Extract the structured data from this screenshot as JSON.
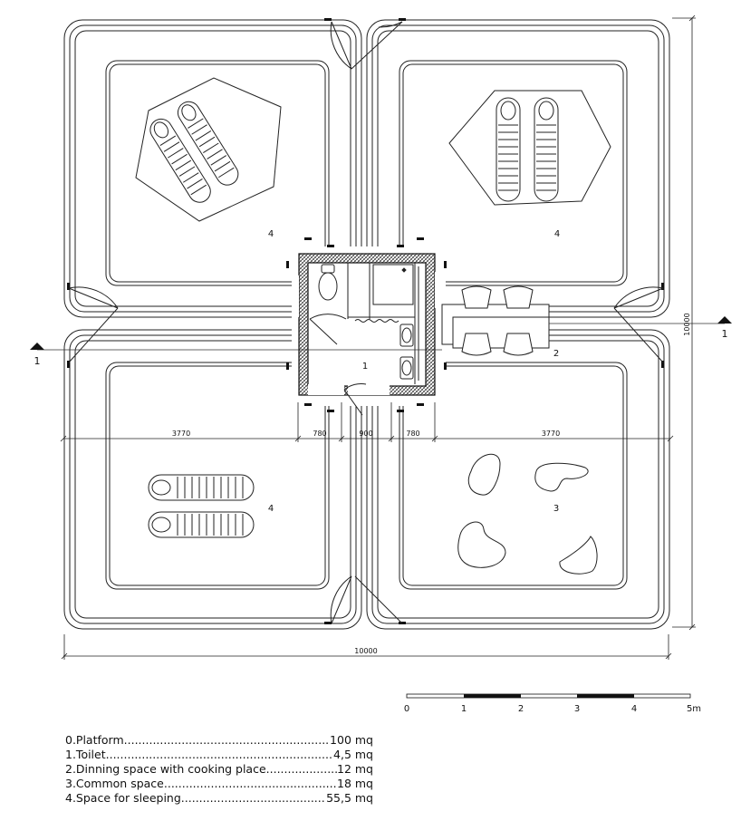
{
  "plan": {
    "rooms": [
      {
        "id": "room-nw",
        "label": "4"
      },
      {
        "id": "room-ne",
        "label": "4"
      },
      {
        "id": "room-sw",
        "label": "4"
      },
      {
        "id": "room-se",
        "label": "3"
      },
      {
        "id": "core",
        "label": "1"
      },
      {
        "id": "dining",
        "label": "2"
      }
    ],
    "section_marks": {
      "left": "1",
      "right": "1"
    },
    "dimensions": {
      "overall_width": "10000",
      "overall_height": "10000",
      "segments": [
        "3770",
        "780",
        "900",
        "780",
        "3770"
      ]
    },
    "scale_bar": {
      "ticks": [
        "0",
        "1",
        "2",
        "3",
        "4",
        "5m"
      ]
    }
  },
  "legend": [
    {
      "label": "0.Platform",
      "value": " 100 mq"
    },
    {
      "label": "1.Toilet",
      "value": "4,5  mq"
    },
    {
      "label": "2.Dinning space with cooking place",
      "value": "12 mq"
    },
    {
      "label": "3.Common space",
      "value": "18 mq"
    },
    {
      "label": "4.Space for sleeping",
      "value": " 55,5 mq"
    }
  ]
}
